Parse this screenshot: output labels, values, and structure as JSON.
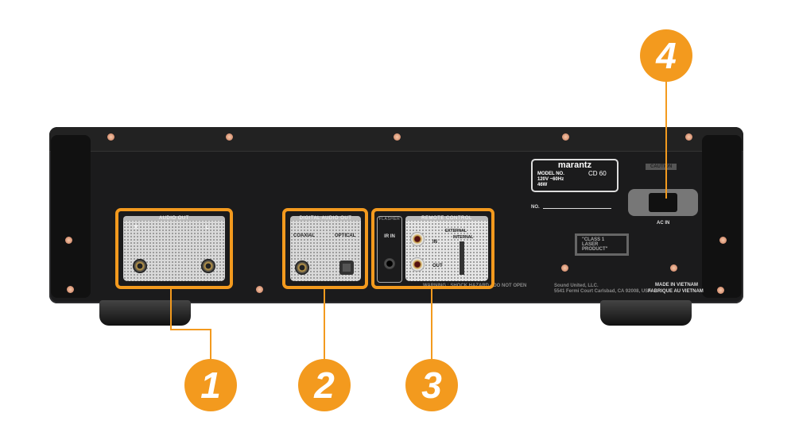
{
  "device": {
    "brand": "marantz",
    "model_label": "MODEL NO.",
    "model": "CD 60",
    "voltage": "120V ~60Hz",
    "power": "46W",
    "serial_label": "NO.",
    "caution": "CAUTION",
    "ac_in": "AC IN",
    "laser": "\"CLASS 1 LASER PRODUCT\"",
    "made_in": "MADE IN VIETNAM",
    "fabrique": "FABRIQUE AU VIETNAM",
    "company": "Sound United, LLC.",
    "address": "5541 Fermi Court Carlsbad, CA 92008, USA",
    "warning": "WARNING : SHOCK HAZARD - DO NOT OPEN",
    "audio_out": "AUDIO OUT",
    "r": "R",
    "l": "L",
    "digital_audio_out": "DIGITAL AUDIO OUT",
    "coaxial": "COAXIAL",
    "optical": "OPTICAL",
    "flasher": "FLASHER",
    "ir_in": "IR IN",
    "remote_control": "REMOTE CONTROL",
    "in": "IN",
    "out": "OUT",
    "external": "EXTERNAL",
    "internal": "INTERNAL"
  },
  "callouts": [
    "1",
    "2",
    "3",
    "4"
  ],
  "accent": "#f39a1e"
}
